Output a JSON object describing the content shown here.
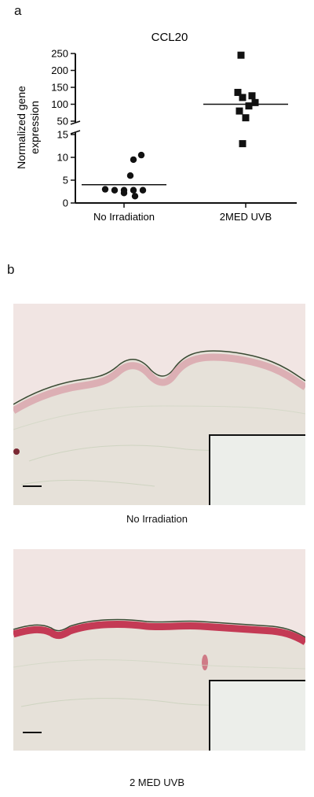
{
  "panel_a": {
    "letter": "a"
  },
  "panel_b": {
    "letter": "b",
    "images": [
      {
        "caption": "No Irradiation"
      },
      {
        "caption": "2 MED UVB"
      }
    ]
  },
  "colors": {
    "stain": "#c43a55",
    "background": "#f1e5e3",
    "dermis": "#b9c7a3"
  },
  "chart_data": {
    "type": "scatter",
    "title": "CCL20",
    "ylabel": "Normalized gene\nexpression",
    "xlabel": "",
    "categories": [
      "No Irradiation",
      "2MED UVB"
    ],
    "y_axis": {
      "broken": true,
      "lower_ticks": [
        0,
        5,
        10,
        15
      ],
      "upper_ticks": [
        50,
        100,
        150,
        200,
        250
      ]
    },
    "series": [
      {
        "category": "No Irradiation",
        "marker": "circle",
        "values": [
          10.5,
          9.5,
          6,
          3,
          2.8,
          2.8,
          2.8,
          2.8,
          2.2,
          1.5
        ],
        "median": 4
      },
      {
        "category": "2MED UVB",
        "marker": "square",
        "values": [
          245,
          135,
          125,
          120,
          105,
          95,
          80,
          60,
          13
        ],
        "median": 100
      }
    ]
  }
}
